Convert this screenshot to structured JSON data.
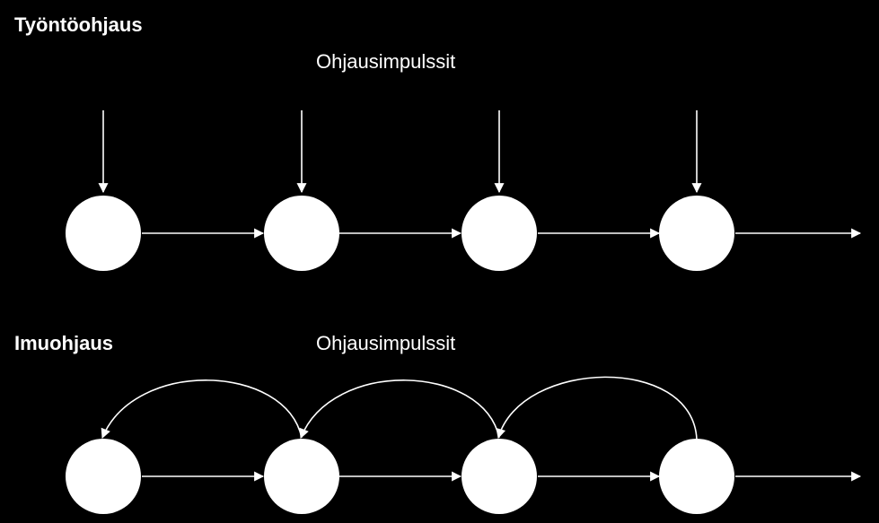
{
  "colors": {
    "background": "#000000",
    "foreground": "#ffffff"
  },
  "push": {
    "title": "Työntöohjaus",
    "caption": "Ohjausimpulssit",
    "node_count": 4
  },
  "pull": {
    "title": "Imuohjaus",
    "caption": "Ohjausimpulssit",
    "node_count": 4
  }
}
